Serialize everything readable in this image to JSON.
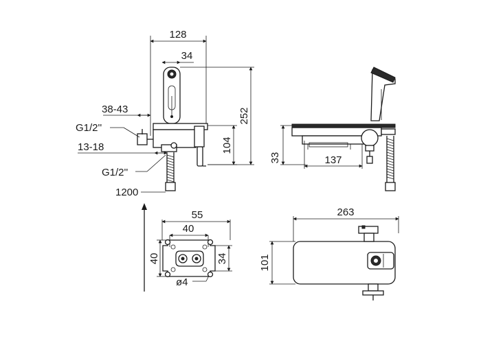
{
  "dimensions": {
    "front_width": "128",
    "head_width": "34",
    "wall_range": "38-43",
    "inlet_thread_top": "G1/2''",
    "inlet_depth": "13-18",
    "inlet_thread_bottom": "G1/2''",
    "hose_length": "1200",
    "total_height": "252",
    "body_height": "104",
    "side_height": "33",
    "side_length": "137",
    "box_width_outer": "55",
    "box_width_inner": "40",
    "box_height_outer": "40",
    "box_height_inner": "34",
    "hole_diameter": "ø4",
    "top_length": "263",
    "top_depth": "101"
  },
  "colors": {
    "line": "#1a1a1a",
    "background": "#ffffff"
  }
}
